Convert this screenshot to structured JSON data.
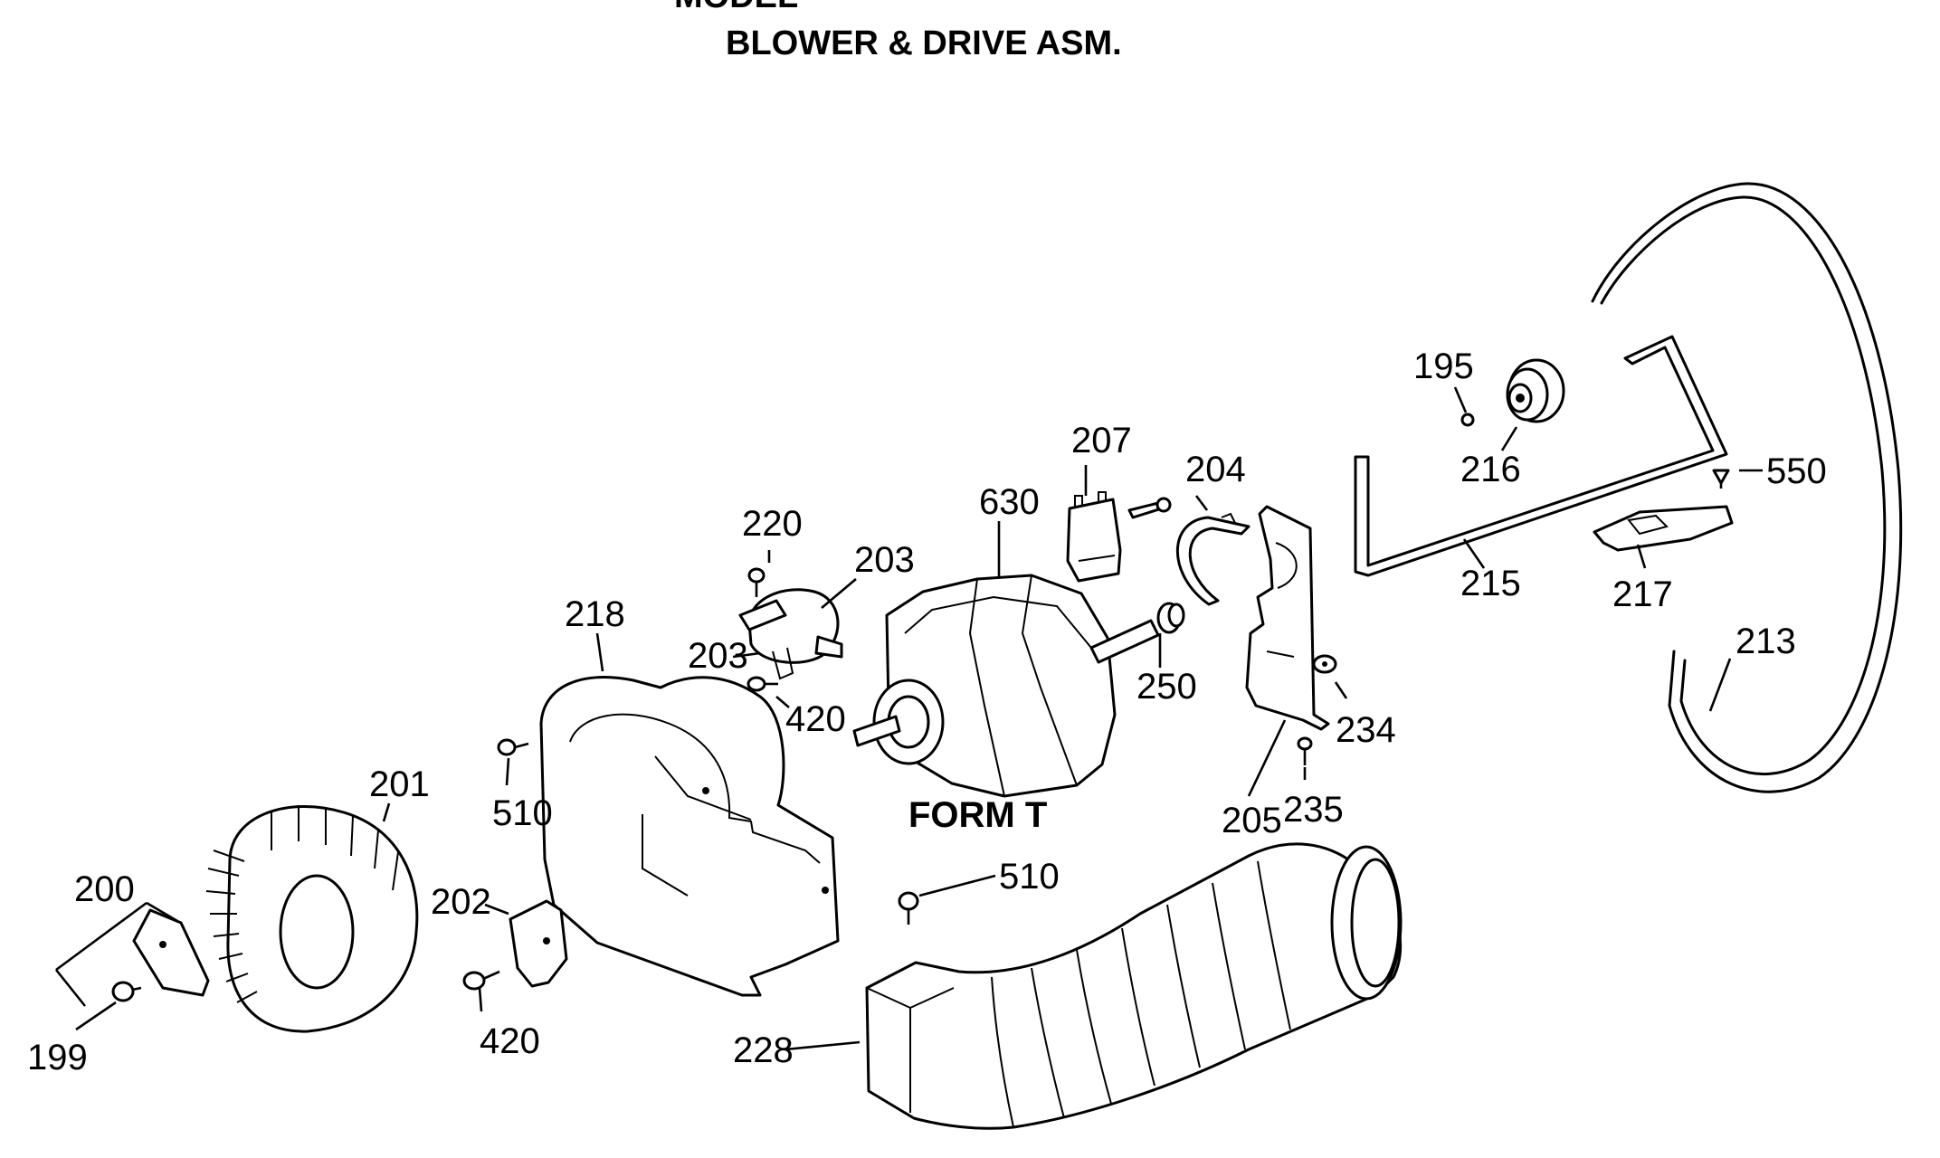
{
  "page": {
    "title_partial": "MODEL",
    "title": "BLOWER & DRIVE ASM.",
    "form_label": "FORM T"
  },
  "parts": [
    {
      "id": "p195",
      "number": "195"
    },
    {
      "id": "p199",
      "number": "199"
    },
    {
      "id": "p200",
      "number": "200"
    },
    {
      "id": "p201",
      "number": "201"
    },
    {
      "id": "p202",
      "number": "202"
    },
    {
      "id": "p203a",
      "number": "203"
    },
    {
      "id": "p203b",
      "number": "203"
    },
    {
      "id": "p204",
      "number": "204"
    },
    {
      "id": "p205",
      "number": "205"
    },
    {
      "id": "p207",
      "number": "207"
    },
    {
      "id": "p213",
      "number": "213"
    },
    {
      "id": "p215",
      "number": "215"
    },
    {
      "id": "p216",
      "number": "216"
    },
    {
      "id": "p217",
      "number": "217"
    },
    {
      "id": "p218",
      "number": "218"
    },
    {
      "id": "p220",
      "number": "220"
    },
    {
      "id": "p228",
      "number": "228"
    },
    {
      "id": "p234",
      "number": "234"
    },
    {
      "id": "p235",
      "number": "235"
    },
    {
      "id": "p250",
      "number": "250"
    },
    {
      "id": "p420a",
      "number": "420"
    },
    {
      "id": "p420b",
      "number": "420"
    },
    {
      "id": "p510a",
      "number": "510"
    },
    {
      "id": "p510b",
      "number": "510"
    },
    {
      "id": "p550",
      "number": "550"
    },
    {
      "id": "p630",
      "number": "630"
    }
  ]
}
